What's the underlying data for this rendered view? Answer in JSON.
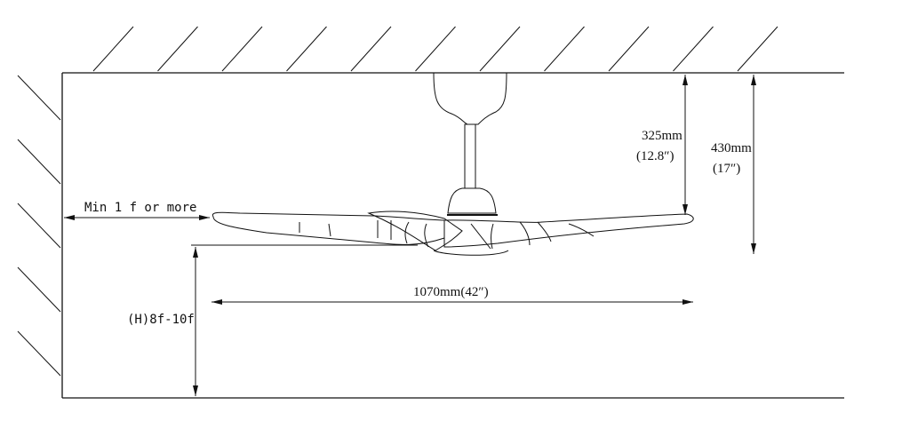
{
  "labels": {
    "clearance_side": "Min 1 f or more",
    "mount_height": "(H)8f-10f",
    "blade_span": "1070mm(42″)",
    "drop_fan_mm": "325mm",
    "drop_fan_in": "(12.8″)",
    "drop_total_mm": "430mm",
    "drop_total_in": "(17″)"
  },
  "colors": {
    "line": "#111111",
    "background": "#ffffff"
  }
}
